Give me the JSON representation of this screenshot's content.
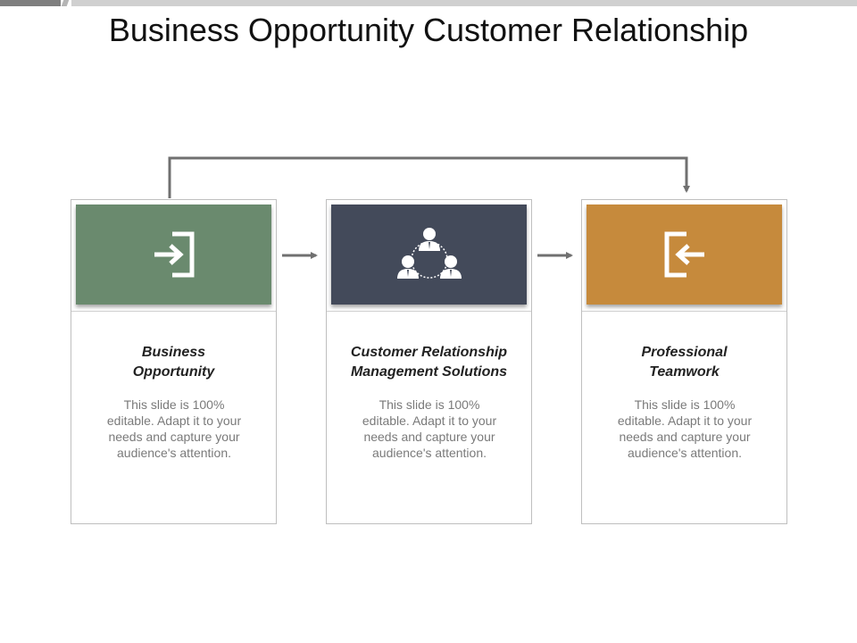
{
  "title": "Business Opportunity Customer Relationship",
  "colors": {
    "card1": "#6a8a6e",
    "card2": "#434a5a",
    "card3": "#c68a3c",
    "connector": "#707070"
  },
  "cards": [
    {
      "icon": "sign-in-icon",
      "title_lines": [
        "Business",
        "Opportunity"
      ],
      "body": "This slide is 100% editable. Adapt it to your needs and capture your audience's attention."
    },
    {
      "icon": "team-network-icon",
      "title_lines": [
        "Customer Relationship",
        "Management Solutions"
      ],
      "body": "This slide is 100% editable. Adapt it to your needs and capture your audience's attention."
    },
    {
      "icon": "sign-out-icon",
      "title_lines": [
        "Professional",
        "Teamwork"
      ],
      "body": "This slide is 100% editable. Adapt it to your needs and capture your audience's attention."
    }
  ]
}
